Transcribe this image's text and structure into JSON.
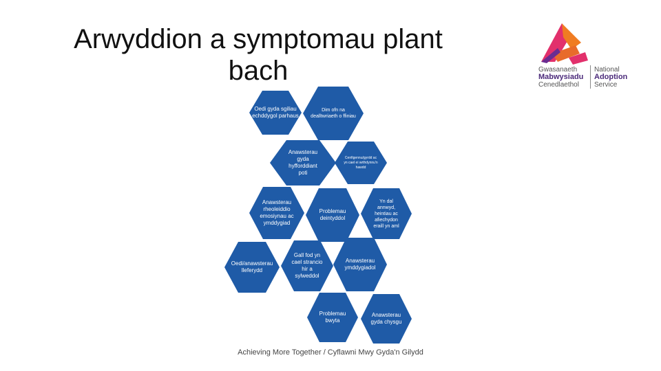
{
  "slide": {
    "title": "Arwyddion a symptomau plant bach",
    "footer": "Achieving More Together / Cyflawni Mwy Gyda'n Gilydd"
  },
  "logo": {
    "welsh_line1": "Gwasanaeth",
    "welsh_line2": "Mabwysiadu",
    "welsh_line3": "Cenedlaethol",
    "english_line1": "National",
    "english_line2": "Adoption",
    "english_line3": "Service",
    "colors": {
      "purple": "#4b2a7a",
      "orange": "#f07c22",
      "pink": "#e2306c"
    }
  },
  "hexagons": {
    "color": "#1f5ba7",
    "items": [
      {
        "label": "Oedi gyda sgiliau echddygol parhaus"
      },
      {
        "label": "Dim ofn na dealltwriaeth o ffiniau"
      },
      {
        "label": "Anawsterau gyda hyfforddiant poti"
      },
      {
        "label": "Cenfigennu/gyrdd ac yn cael ei wrthdynnu'n hawdd"
      },
      {
        "label": "Anawsterau rheoleiddio emosiynau ac ymddygiad"
      },
      {
        "label": "Problemau deintyddol"
      },
      {
        "label": "Yn dal annwyd, heintiau ac afiechydon eraill yn aml"
      },
      {
        "label": "Oedi/anawsterau lleferydd"
      },
      {
        "label": "Gall fod yn cael strancio hir a sylweddol"
      },
      {
        "label": "Anawsterau ymddygiadol"
      },
      {
        "label": "Problemau bwyta"
      },
      {
        "label": "Anawsterau gyda chysgu"
      }
    ]
  }
}
